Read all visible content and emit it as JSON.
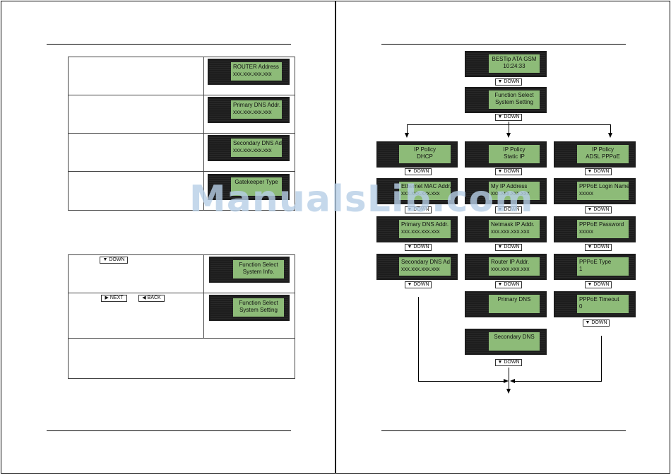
{
  "left_page": {
    "table1": [
      {
        "line1": "ROUTER Address",
        "line2": "xxx.xxx.xxx.xxx"
      },
      {
        "line1": "Primary DNS  Addr.",
        "line2": "xxx.xxx.xxx.xxx"
      },
      {
        "line1": "Secondary DNS Ad",
        "line2": "xxx.xxx.xxx.xxx"
      },
      {
        "line1": "Gatekeeper Type",
        "line2": ""
      }
    ],
    "table2": [
      {
        "line1": "Function Select",
        "line2": "System Info."
      },
      {
        "line1": "Function Select",
        "line2": "System Setting"
      }
    ],
    "keys": {
      "down": "DOWN",
      "next": "NEXT",
      "back": "BACK"
    }
  },
  "right_page": {
    "top": [
      {
        "line1": "BESTip ATA GSM",
        "line2": "10:24:33"
      },
      {
        "line1": "Function Select",
        "line2": "System Setting"
      }
    ],
    "col_dhcp": [
      {
        "line1": "IP Policy",
        "line2": "DHCP"
      },
      {
        "line1": "Ethernet MAC Addr.",
        "line2": "xxx.xxx.xxx.xxx"
      },
      {
        "line1": "Primary DNS  Addr.",
        "line2": "xxx.xxx.xxx.xxx"
      },
      {
        "line1": "Secondary DNS Ad",
        "line2": "xxx.xxx.xxx.xxx"
      }
    ],
    "col_static": [
      {
        "line1": "IP Policy",
        "line2": "Static IP"
      },
      {
        "line1": "My IP Address",
        "line2": "xxx.xxx.xxx.xxx"
      },
      {
        "line1": "Netmask IP Addr.",
        "line2": "xxx.xxx.xxx.xxx"
      },
      {
        "line1": "Router IP Addr.",
        "line2": "xxx.xxx.xxx.xxx"
      },
      {
        "line1": "Primary DNS",
        "line2": ""
      },
      {
        "line1": "Secondary DNS",
        "line2": ""
      }
    ],
    "col_pppoe": [
      {
        "line1": "IP Policy",
        "line2": "ADSL PPPoE"
      },
      {
        "line1": "PPPoE Login Name",
        "line2": "xxxxx"
      },
      {
        "line1": "PPPoE Password",
        "line2": "xxxxx"
      },
      {
        "line1": "PPPoE Type",
        "line2": "1"
      },
      {
        "line1": "PPPoE Timeout",
        "line2": "0"
      }
    ],
    "key_label": "DOWN"
  },
  "watermark": "ManualsLib.com"
}
